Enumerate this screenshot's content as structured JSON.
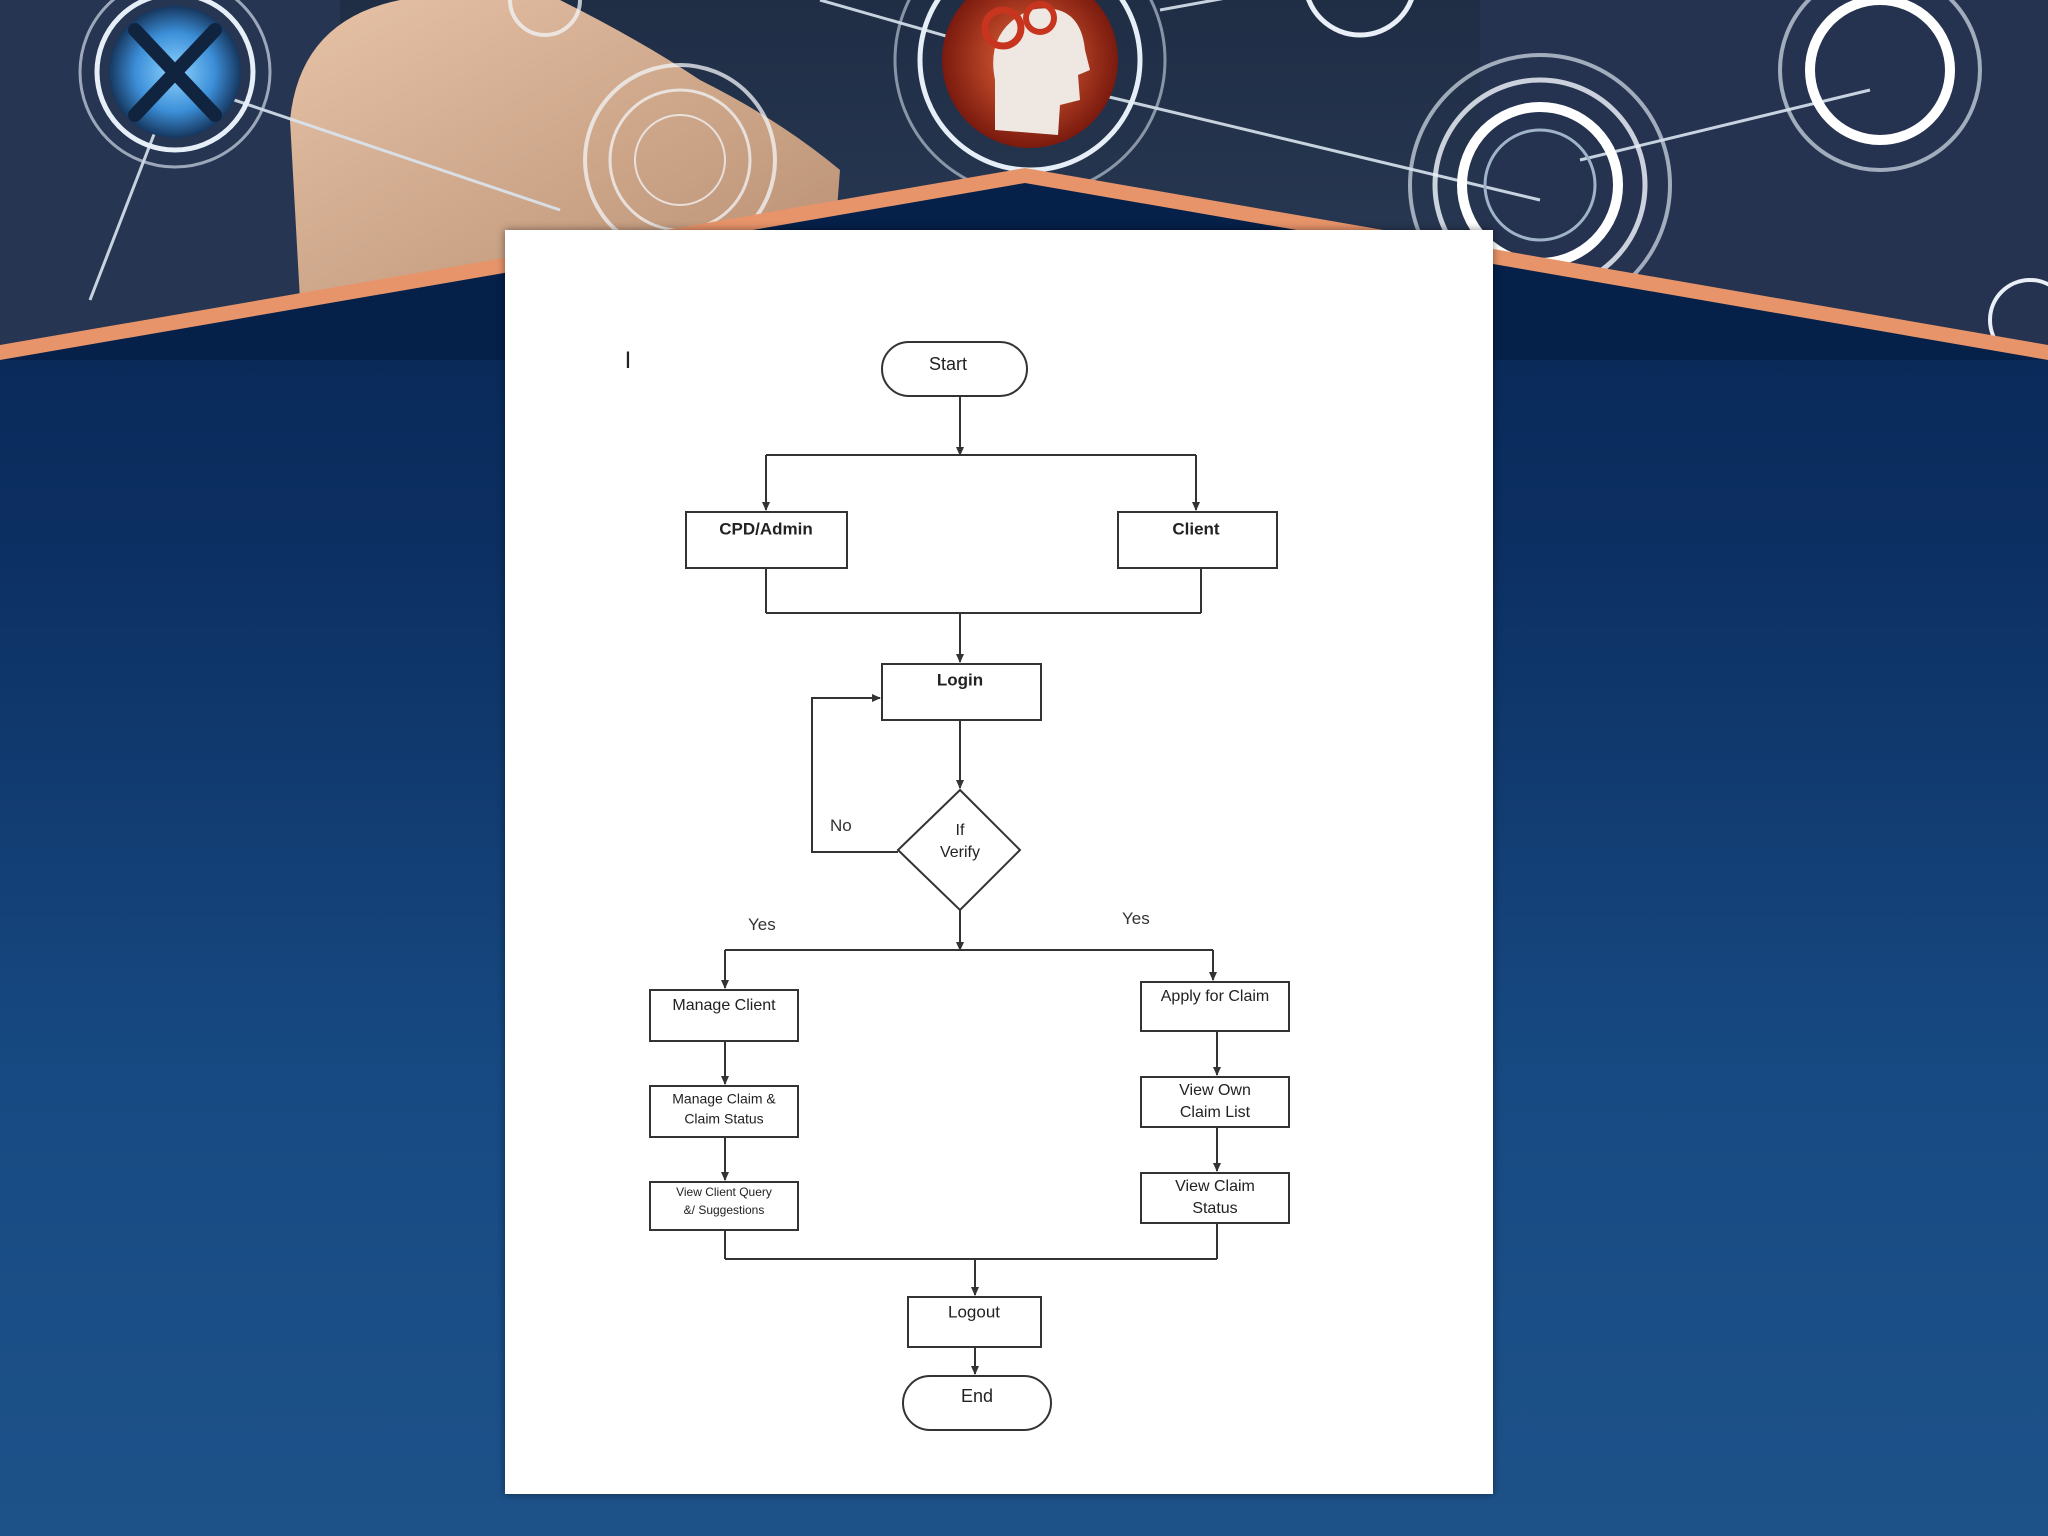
{
  "flowchart": {
    "cursor_mark": "I",
    "nodes": {
      "start": "Start",
      "cpd_admin": "CPD/Admin",
      "client": "Client",
      "login": "Login",
      "verify_line1": "If",
      "verify_line2": "Verify",
      "manage_client": "Manage Client",
      "manage_claim_line1": "Manage Claim &",
      "manage_claim_line2": "Claim Status",
      "view_query_line1": "View Client Query",
      "view_query_line2": "&/ Suggestions",
      "apply_claim": "Apply for Claim",
      "view_own_line1": "View Own",
      "view_own_line2": "Claim List",
      "view_status_line1": "View Claim",
      "view_status_line2": "Status",
      "logout": "Logout",
      "end": "End"
    },
    "edge_labels": {
      "no": "No",
      "yes_left": "Yes",
      "yes_right": "Yes"
    }
  },
  "banner": {
    "icons": [
      "tools-icon",
      "head-gears-icon",
      "ring-icon"
    ],
    "colors": {
      "accent_stripe": "#e8946a",
      "navy": "#0a2a5c",
      "highlight": "#5ab8ff",
      "brain": "#d2452a"
    }
  }
}
